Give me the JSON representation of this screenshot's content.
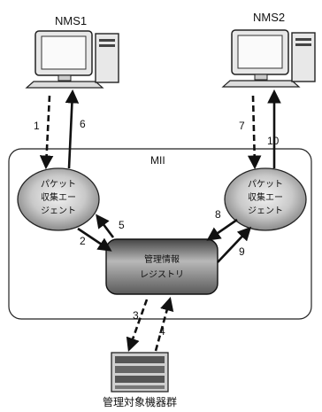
{
  "diagram": {
    "nms1_label": "NMS1",
    "nms2_label": "NMS2",
    "mii_label": "MII",
    "agent_left": {
      "line1": "パケット",
      "line2": "収集エー",
      "line3": "ジェント"
    },
    "agent_right": {
      "line1": "パケット",
      "line2": "収集エー",
      "line3": "ジェント"
    },
    "registry": {
      "line1": "管理情報",
      "line2": "レジストリ"
    },
    "devices_label": "管理対象機器群",
    "arrow_labels": [
      "1",
      "6",
      "7",
      "10",
      "2",
      "5",
      "8",
      "9",
      "3",
      "4"
    ]
  }
}
